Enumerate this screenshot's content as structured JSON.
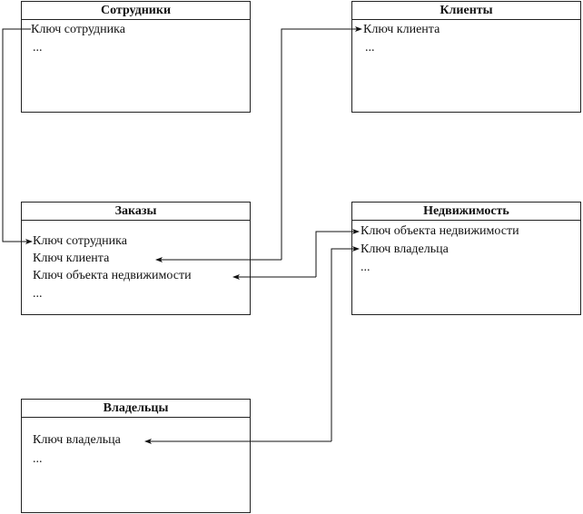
{
  "entities": {
    "employees": {
      "title": "Сотрудники",
      "fields": [
        "Ключ сотрудника",
        "..."
      ]
    },
    "clients": {
      "title": "Клиенты",
      "fields": [
        "Ключ клиента",
        "..."
      ]
    },
    "orders": {
      "title": "Заказы",
      "fields": [
        "Ключ сотрудника",
        "Ключ клиента",
        "Ключ объекта недвижимости",
        "..."
      ]
    },
    "properties": {
      "title": "Недвижимость",
      "fields": [
        "Ключ объекта недвижимости",
        "Ключ владельца",
        "..."
      ]
    },
    "owners": {
      "title": "Владельцы",
      "fields": [
        "Ключ владельца",
        "..."
      ]
    }
  },
  "relations": [
    {
      "from": "employees.Ключ сотрудника",
      "to": "orders.Ключ сотрудника"
    },
    {
      "from": "clients.Ключ клиента",
      "to": "orders.Ключ клиента"
    },
    {
      "from": "properties.Ключ объекта недвижимости",
      "to": "orders.Ключ объекта недвижимости"
    },
    {
      "from": "owners.Ключ владельца",
      "to": "properties.Ключ владельца"
    }
  ]
}
